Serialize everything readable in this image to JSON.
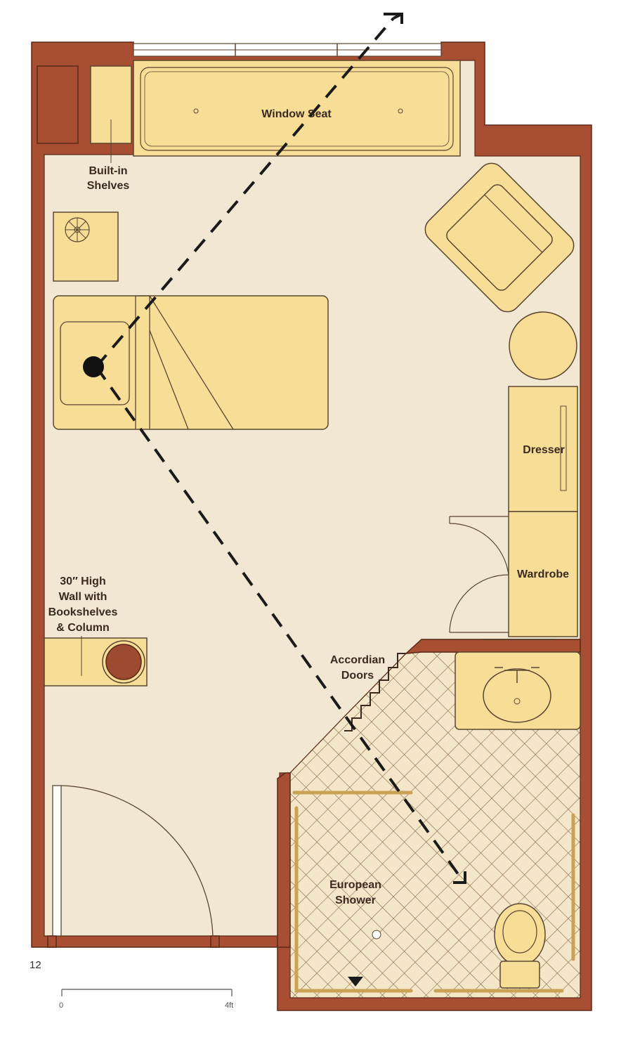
{
  "labels": {
    "window_seat": "Window Seat",
    "built_in_1": "Built-in",
    "built_in_2": "Shelves",
    "dresser": "Dresser",
    "wardrobe": "Wardrobe",
    "wall_1": "30″ High",
    "wall_2": "Wall with",
    "wall_3": "Bookshelves",
    "wall_4": "& Column",
    "accordian_1": "Accordian",
    "accordian_2": "Doors",
    "shower_1": "European",
    "shower_2": "Shower"
  },
  "page_number": "12",
  "scale": {
    "start": "0",
    "end": "4ft"
  },
  "colors": {
    "wall": "#a84e33",
    "floor": "#f1e7d2",
    "furniture": "#f8dd96",
    "tile": "#f3e6c9"
  }
}
